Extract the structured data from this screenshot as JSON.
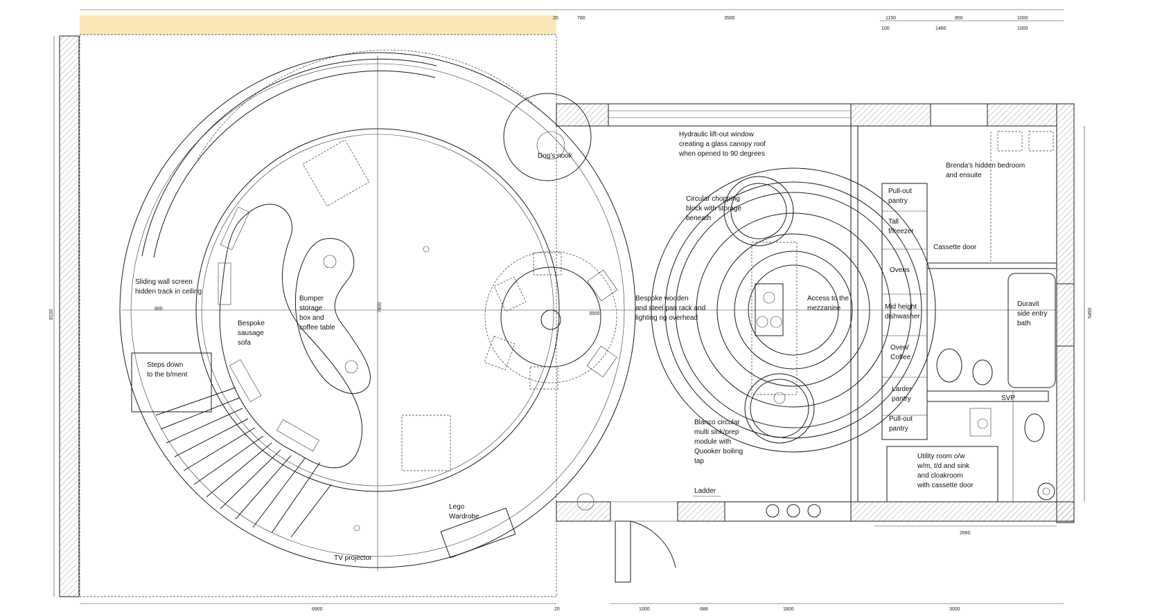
{
  "labels": {
    "dogs_nook": "Dog's nook",
    "hydraulic_window_1": "Hydraulic lift-out window",
    "hydraulic_window_2": "creating a glass canopy roof",
    "hydraulic_window_3": "when opened to 90 degrees",
    "brenda_1": "Brenda's hidden bedroom",
    "brenda_2": "and ensuite",
    "pullout_pantry_1": "Pull-out",
    "pullout_pantry_2": "pantry",
    "tall_freezer_1": "Tall",
    "tall_freezer_2": "f/freezer",
    "cassette_door": "Cassette door",
    "chopping_1": "Circular chopping",
    "chopping_2": "block with storage",
    "chopping_3": "beneath",
    "ovens": "Ovens",
    "sliding_1": "Sliding wall screen",
    "sliding_2": "hidden track in ceiling",
    "bumper_1": "Bumper",
    "bumper_2": "storage",
    "bumper_3": "box and",
    "bumper_4": "coffee table",
    "pan_rack_1": "Bespoke wooden",
    "pan_rack_2": "and steel pan rack and",
    "pan_rack_3": "lighting rig overhead",
    "mezz_1": "Access to the",
    "mezz_2": "mezzanine",
    "dishwasher_1": "Mid height",
    "dishwasher_2": "dishwasher",
    "bath_1": "Duravit",
    "bath_2": "side entry",
    "bath_3": "bath",
    "sofa_1": "Bespoke",
    "sofa_2": "sausage",
    "sofa_3": "sofa",
    "oven_coffee_1": "Oven/",
    "oven_coffee_2": "Coffee",
    "steps_1": "Steps down",
    "steps_2": "to the b/ment",
    "larder_1": "Larder",
    "larder_2": "pantry",
    "svp": "SVP",
    "pullout2_1": "Pull-out",
    "pullout2_2": "pantry",
    "blanco_1": "Blanco circular",
    "blanco_2": "multi sink/prep",
    "blanco_3": "module with",
    "blanco_4": "Quooker boiling",
    "blanco_5": "tap",
    "utility_1": "Utility room o/w",
    "utility_2": "w/m, t/d and sink",
    "utility_3": "and cloakroom",
    "utility_4": "with cassette door",
    "ladder": "Ladder",
    "lego_1": "Lego",
    "lego_2": "Wardrobe",
    "tv_projector": "TV projector"
  },
  "dimensions": {
    "top_20": "20",
    "top_780": "780",
    "top_3500": "3500",
    "top_1150": "1150",
    "top_850": "850",
    "top_1000a": "1000",
    "top_100": "100",
    "top_1460": "1460",
    "top_1000b": "1000",
    "left_8150": "8150",
    "right_5450": "5450",
    "inner_900": "900",
    "inner_7400": "7400",
    "inner_3500": "3500",
    "utility_2660": "2660",
    "bottom_6900": "6900",
    "bottom_20": "20",
    "bottom_1000": "1000",
    "bottom_688": "688",
    "bottom_1800": "1800",
    "bottom_3000": "3000"
  },
  "colors": {
    "header_band": "#fde7b6",
    "line": "#1a1a1a"
  }
}
